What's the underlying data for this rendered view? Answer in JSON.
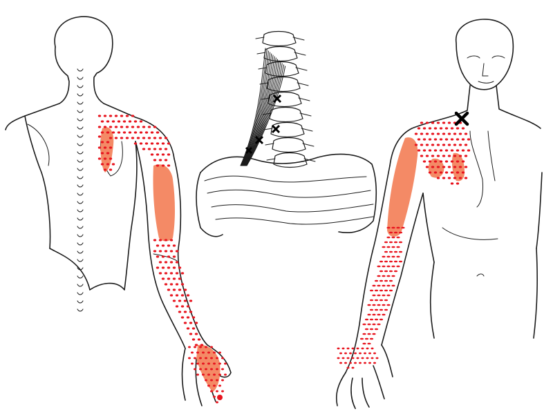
{
  "colors": {
    "background": "#ffffff",
    "outline": "#1a1a1a",
    "zone_solid": "#f48a66",
    "zone_spill": "#e8141e",
    "trigger_point": "#000000"
  },
  "figures": [
    {
      "view": "posterior",
      "zones": [
        "posterior-shoulder",
        "scapula-medial-border",
        "upper-arm-lateral",
        "forearm-radial",
        "hand-dorsal-radial"
      ]
    },
    {
      "view": "deep-neck-muscles",
      "trigger_point_count": 4
    },
    {
      "view": "anterior",
      "zones": [
        "anterior-shoulder",
        "chest-upper",
        "upper-arm-anterior",
        "forearm-radial",
        "thumb-index"
      ],
      "trigger_point_count": 1
    }
  ]
}
